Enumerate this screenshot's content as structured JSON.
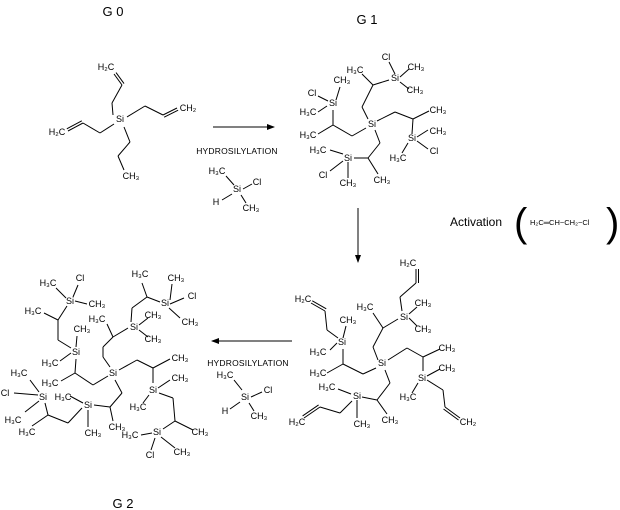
{
  "titles": {
    "g0": "G 0",
    "g1": "G 1",
    "g2": "G 2"
  },
  "conditions": {
    "step1": "HYDROSILYLATION",
    "step3": "HYDROSILYLATION",
    "activation": "Activation",
    "activation_reagent": "H₂C═CH−CH₂−Cl",
    "paren_open": "(",
    "paren_close": ")"
  },
  "molecules": {
    "g0": [
      "H₂C",
      "CH₂",
      "Si",
      "H₂C",
      "CH₃"
    ],
    "reagent1": [
      "H₃C",
      "Si",
      "Cl",
      "H",
      "CH₃"
    ],
    "g1": [
      "Cl",
      "CH₃",
      "Si",
      "H₃C",
      "H₃C",
      "H₃C",
      "Cl",
      "CH₃",
      "Si",
      "CH₃",
      "CH₃",
      "CH₃",
      "Si",
      "Cl",
      "H₃C",
      "H₃C",
      "Si",
      "Cl",
      "CH₃",
      "CH₃",
      "Si"
    ],
    "g1_activated": [
      "H₂C",
      "CH₃",
      "Si",
      "CH₃",
      "H₃C",
      "H₂C",
      "CH₃",
      "Si",
      "H₃C",
      "H₃C",
      "CH₃",
      "CH₃",
      "Si",
      "H₃C",
      "CH₂",
      "H₃C",
      "Si",
      "H₂C",
      "CH₃",
      "CH₃",
      "Si"
    ],
    "reagent2": [
      "H₃C",
      "Si",
      "Cl",
      "H",
      "CH₃"
    ],
    "g2": [
      "H₃C",
      "Cl",
      "Si",
      "CH₃",
      "H₃C",
      "H₃C",
      "CH₃",
      "Si",
      "Cl",
      "CH₃",
      "H₃C",
      "CH₃",
      "Si",
      "CH₃",
      "CH₃",
      "Si",
      "H₃C",
      "H₃C",
      "H₃C",
      "Cl",
      "Si",
      "H₃C",
      "H₃C",
      "H₃C",
      "Si",
      "CH₃",
      "CH₃",
      "CH₃",
      "CH₃",
      "Si",
      "H₃C",
      "H₃C",
      "Si",
      "CH₃",
      "Cl",
      "CH₃",
      "Si"
    ]
  }
}
